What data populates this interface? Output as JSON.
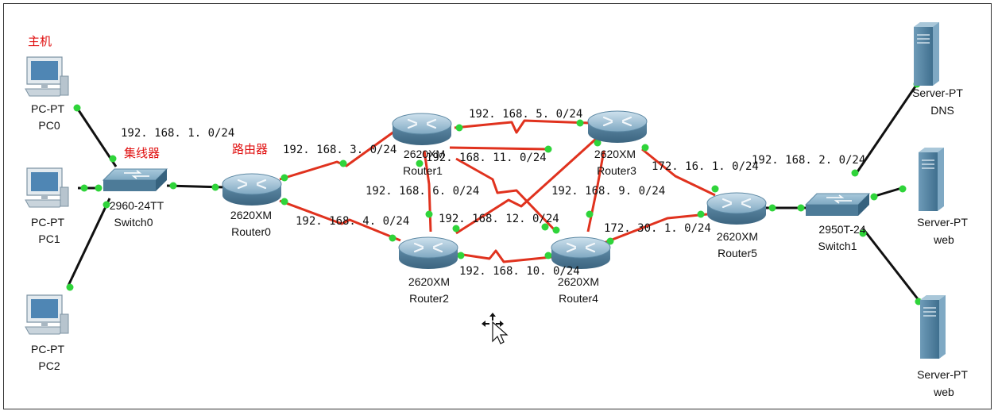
{
  "annotations": {
    "host": "主机",
    "hub": "集线器",
    "router": "路由器"
  },
  "devices": {
    "pc0": {
      "model": "PC-PT",
      "name": "PC0",
      "icon": "desktop-pc-icon"
    },
    "pc1": {
      "model": "PC-PT",
      "name": "PC1",
      "icon": "desktop-pc-icon"
    },
    "pc2": {
      "model": "PC-PT",
      "name": "PC2",
      "icon": "desktop-pc-icon"
    },
    "switch0": {
      "model": "2960-24TT",
      "name": "Switch0",
      "icon": "switch-icon"
    },
    "switch1": {
      "model": "2950T-24",
      "name": "Switch1",
      "icon": "switch-icon"
    },
    "router0": {
      "model": "2620XM",
      "name": "Router0",
      "icon": "router-icon"
    },
    "router1": {
      "model": "2620XM",
      "name": "Router1",
      "icon": "router-icon"
    },
    "router2": {
      "model": "2620XM",
      "name": "Router2",
      "icon": "router-icon"
    },
    "router3": {
      "model": "2620XM",
      "name": "Router3",
      "icon": "router-icon"
    },
    "router4": {
      "model": "2620XM",
      "name": "Router4",
      "icon": "router-icon"
    },
    "router5": {
      "model": "2620XM",
      "name": "Router5",
      "icon": "router-icon"
    },
    "server_dns": {
      "model": "Server-PT",
      "name": "DNS",
      "icon": "server-icon"
    },
    "server_web1": {
      "model": "Server-PT",
      "name": "web",
      "icon": "server-icon"
    },
    "server_web2": {
      "model": "Server-PT",
      "name": "web",
      "icon": "server-icon"
    }
  },
  "networks": {
    "n1": "192. 168. 1. 0/24",
    "n2": "192. 168. 2. 0/24",
    "n3": "192. 168. 3. 0/24",
    "n4": "192. 168. 4. 0/24",
    "n5": "192. 168. 5. 0/24",
    "n6": "192. 168. 6. 0/24",
    "n9": "192. 168. 9. 0/24",
    "n10": "192. 168. 10. 0/24",
    "n11": "192. 168. 11. 0/24",
    "n12": "192. 168. 12. 0/24",
    "n16": "172. 16. 1. 0/24",
    "n30": "172. 30. 1. 0/24"
  },
  "colors": {
    "ethernet_link": "#111111",
    "serial_link": "#e0321e",
    "link_up_dot": "#2fd43a",
    "annotation": "#e01010"
  }
}
